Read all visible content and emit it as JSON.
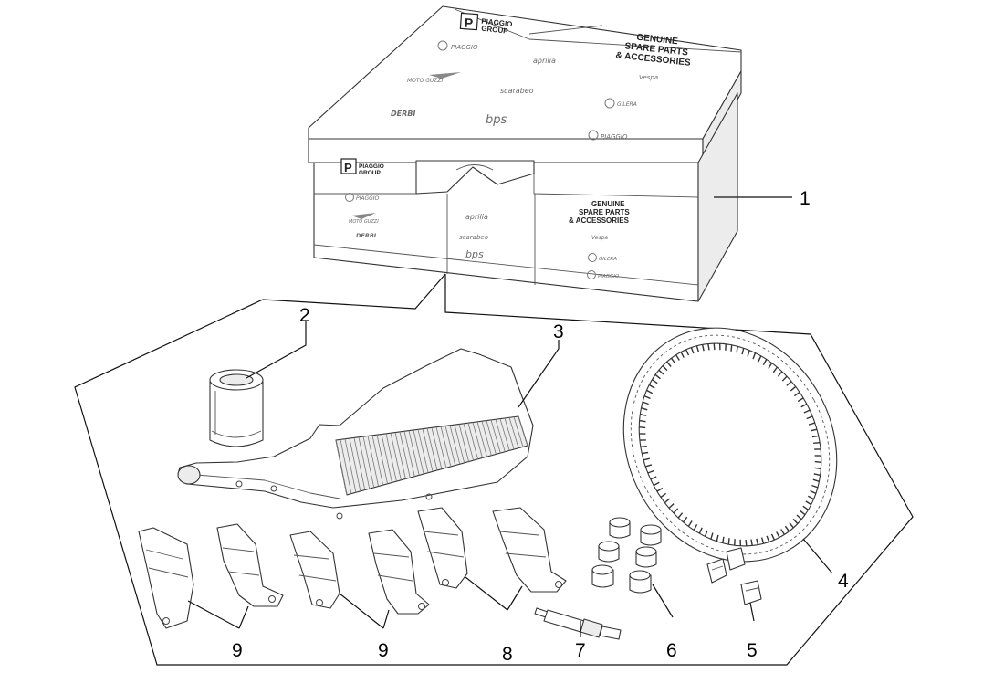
{
  "box": {
    "logo_letter": "P",
    "logo_line1": "PIAGGIO",
    "logo_line2": "GROUP",
    "genuine_line1": "GENUINE",
    "genuine_line2": "SPARE PARTS",
    "genuine_line3": "& ACCESSORIES",
    "brands": [
      "PIAGGIO",
      "aprilia",
      "Vespa",
      "MOTO GUZZI",
      "scarabeo",
      "GILERA",
      "DERBI",
      "bps"
    ]
  },
  "callouts": {
    "c1": "1",
    "c2": "2",
    "c3": "3",
    "c4": "4",
    "c5": "5",
    "c6": "6",
    "c7": "7",
    "c8": "8",
    "c9a": "9",
    "c9b": "9"
  }
}
